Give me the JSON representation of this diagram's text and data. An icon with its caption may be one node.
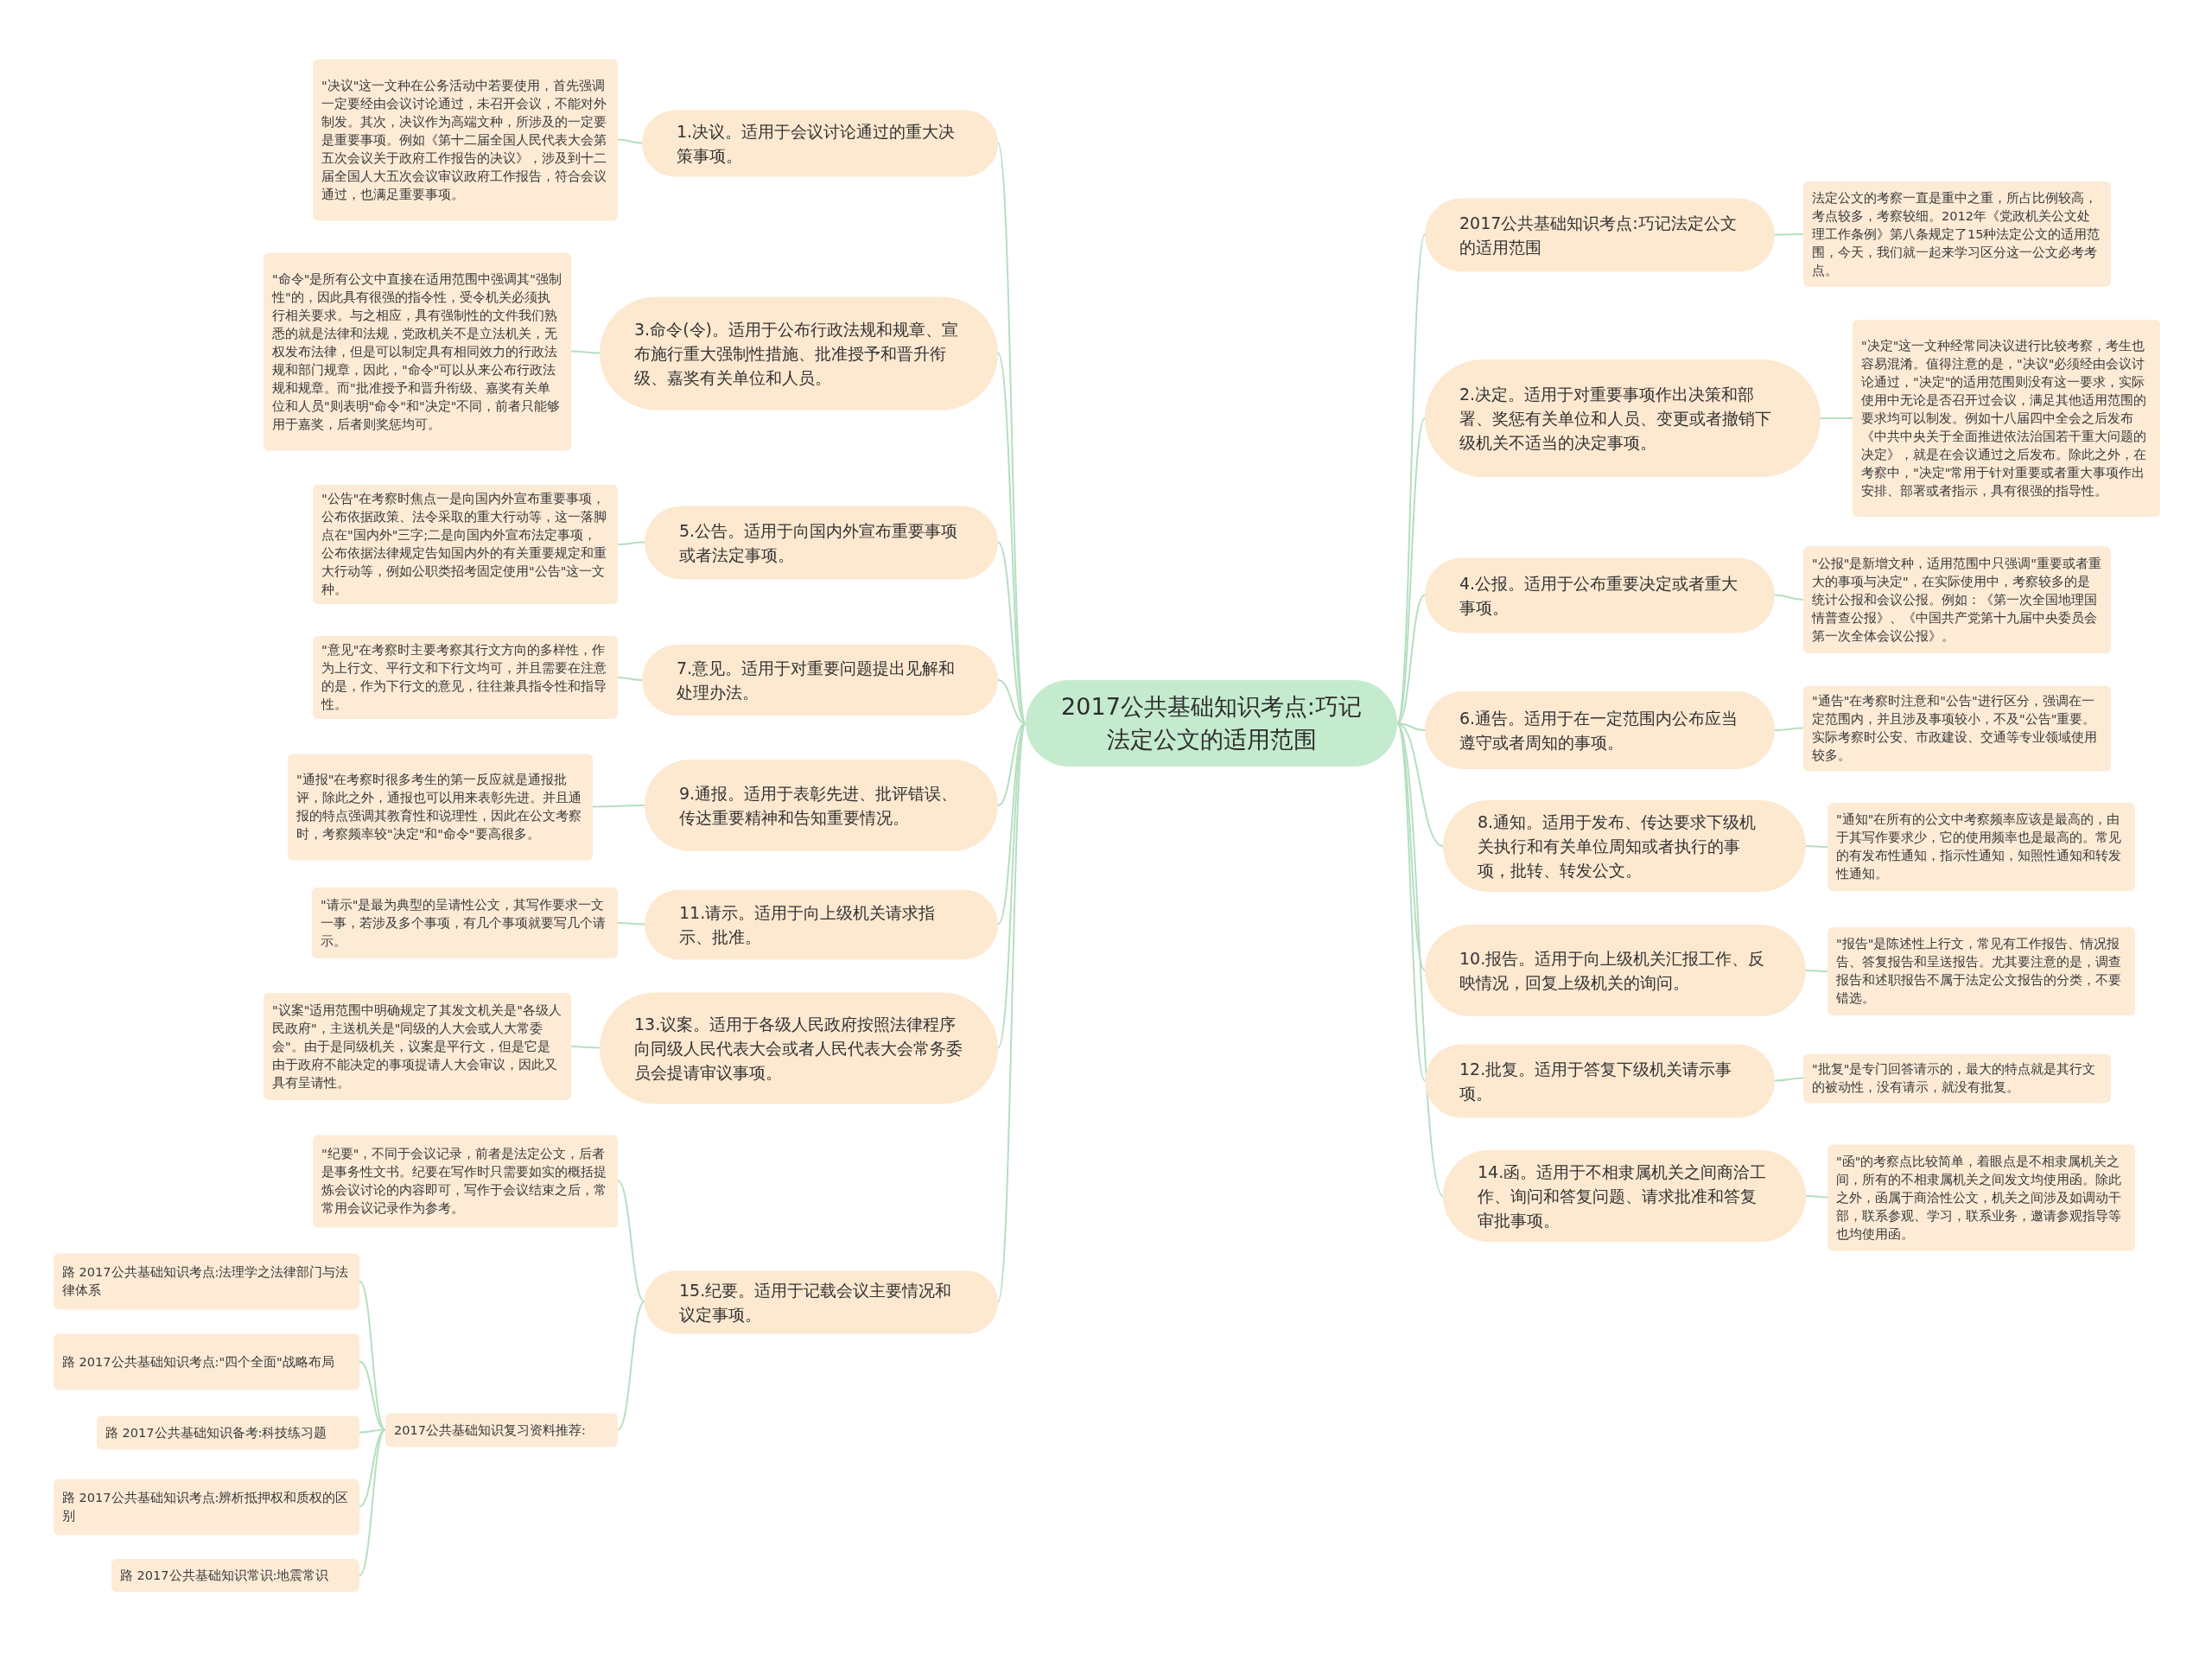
{
  "diagram": {
    "nodes": [
      {
        "text": [
          "2017公共基础知识考点:巧记法定公文的适用范围"
        ]
      },
      {
        "text": [
          "1.决议。适用于会议讨论通过的重大决策事项。"
        ]
      },
      {
        "text": [
          "\"决议\"这一文种在公务活动中若要使用，首先强调一定要经由会议讨论通过，未召开会议，不能对外制发。其次，决议作为高端文种，所涉及的一定要是重要事项。例如《第十二届全国人民代表大会第五次会议关于政府工作报告的决议》，涉及到十二届全国人大五次会议审议政府工作报告，符合会议通过，也满足重要事项。"
        ]
      },
      {
        "text": [
          "3.命令(令)。适用于公布行政法规和规章、宣布施行重大强制性措施、批准授予和晋升衔级、嘉奖有关单位和人员。"
        ]
      },
      {
        "text": [
          "\"命令\"是所有公文中直接在适用范围中强调其\"强制性\"的，因此具有很强的指令性，受令机关必须执行相关要求。与之相应，具有强制性的文件我们熟悉的就是法律和法规，党政机关不是立法机关，无权发布法律，但是可以制定具有相同效力的行政法规和部门规章，因此，\"命令\"可以从来公布行政法规和规章。而\"批准授予和晋升衔级、嘉奖有关单位和人员\"则表明\"命令\"和\"决定\"不同，前者只能够用于嘉奖，后者则奖惩均可。"
        ]
      },
      {
        "text": [
          "5.公告。适用于向国内外宣布重要事项或者法定事项。"
        ]
      },
      {
        "text": [
          "\"公告\"在考察时焦点一是向国内外宣布重要事项，公布依据政策、法令采取的重大行动等，这一落脚点在\"国内外\"三字;二是向国内外宣布法定事项，公布依据法律规定告知国内外的有关重要规定和重大行动等，例如公职类招考固定使用\"公告\"这一文种。"
        ]
      },
      {
        "text": [
          "7.意见。适用于对重要问题提出见解和处理办法。"
        ]
      },
      {
        "text": [
          "\"意见\"在考察时主要考察其行文方向的多样性，作为上行文、平行文和下行文均可，并且需要在注意的是，作为下行文的意见，往往兼具指令性和指导性。"
        ]
      },
      {
        "text": [
          "9.通报。适用于表彰先进、批评错误、传达重要精神和告知重要情况。"
        ]
      },
      {
        "text": [
          "\"通报\"在考察时很多考生的第一反应就是通报批评，除此之外，通报也可以用来表彰先进。并且通报的特点强调其教育性和说理性，因此在公文考察时，考察频率较\"决定\"和\"命令\"要高很多。"
        ]
      },
      {
        "text": [
          "11.请示。适用于向上级机关请求指示、批准。"
        ]
      },
      {
        "text": [
          "\"请示\"是最为典型的呈请性公文，其写作要求一文一事，若涉及多个事项，有几个事项就要写几个请示。"
        ]
      },
      {
        "text": [
          "13.议案。适用于各级人民政府按照法律程序向同级人民代表大会或者人民代表大会常务委员会提请审议事项。"
        ]
      },
      {
        "text": [
          "\"议案\"适用范围中明确规定了其发文机关是\"各级人民政府\"，主送机关是\"同级的人大会或人大常委会\"。由于是同级机关，议案是平行文，但是它是由于政府不能决定的事项提请人大会审议，因此又具有呈请性。"
        ]
      },
      {
        "text": [
          "15.纪要。适用于记载会议主要情况和议定事项。"
        ]
      },
      {
        "text": [
          "\"纪要\"，不同于会议记录，前者是法定公文，后者是事务性文书。纪要在写作时只需要如实的概括提炼会议讨论的内容即可，写作于会议结束之后，常常用会议记录作为参考。"
        ]
      },
      {
        "text": [
          "2017公共基础知识复习资料推荐:"
        ]
      },
      {
        "text": [
          "路 2017公共基础知识考点:法理学之法律部门与法律体系"
        ]
      },
      {
        "text": [
          "路 2017公共基础知识考点:\"四个全面\"战略布局"
        ]
      },
      {
        "text": [
          "路 2017公共基础知识备考:科技练习题"
        ]
      },
      {
        "text": [
          "路 2017公共基础知识考点:辨析抵押权和质权的区别"
        ]
      },
      {
        "text": [
          "路 2017公共基础知识常识:地震常识"
        ]
      },
      {
        "text": [
          "2017公共基础知识考点:巧记法定公文的适用范围"
        ]
      },
      {
        "text": [
          "法定公文的考察一直是重中之重，所占比例较高，考点较多，考察较细。2012年《党政机关公文处理工作条例》第八条规定了15种法定公文的适用范围，今天，我们就一起来学习区分这一公文必考考点。"
        ]
      },
      {
        "text": [
          "2.决定。适用于对重要事项作出决策和部署、奖惩有关单位和人员、变更或者撤销下级机关不适当的决定事项。"
        ]
      },
      {
        "text": [
          "\"决定\"这一文种经常同决议进行比较考察，考生也容易混淆。值得注意的是，\"决议\"必须经由会议讨论通过，\"决定\"的适用范围则没有这一要求，实际使用中无论是否召开过会议，满足其他适用范围的要求均可以制发。例如十八届四中全会之后发布《中共中央关于全面推进依法治国若干重大问题的决定》，就是在会议通过之后发布。除此之外，在考察中，\"决定\"常用于针对重要或者重大事项作出安排、部署或者指示，具有很强的指导性。"
        ]
      },
      {
        "text": [
          "4.公报。适用于公布重要决定或者重大事项。"
        ]
      },
      {
        "text": [
          "\"公报\"是新增文种，适用范围中只强调\"重要或者重大的事项与决定\"，在实际使用中，考察较多的是统计公报和会议公报。例如：《第一次全国地理国情普查公报》、《中国共产党第十九届中央委员会第一次全体会议公报》。"
        ]
      },
      {
        "text": [
          "6.通告。适用于在一定范围内公布应当遵守或者周知的事项。"
        ]
      },
      {
        "text": [
          "\"通告\"在考察时注意和\"公告\"进行区分，强调在一定范围内，并且涉及事项较小，不及\"公告\"重要。实际考察时公安、市政建设、交通等专业领域使用较多。"
        ]
      },
      {
        "text": [
          "8.通知。适用于发布、传达要求下级机关执行和有关单位周知或者执行的事项，批转、转发公文。"
        ]
      },
      {
        "text": [
          "\"通知\"在所有的公文中考察频率应该是最高的，由于其写作要求少，它的使用频率也是最高的。常见的有发布性通知，指示性通知，知照性通知和转发性通知。"
        ]
      },
      {
        "text": [
          "10.报告。适用于向上级机关汇报工作、反映情况，回复上级机关的询问。"
        ]
      },
      {
        "text": [
          "\"报告\"是陈述性上行文，常见有工作报告、情况报告、答复报告和呈送报告。尤其要注意的是，调查报告和述职报告不属于法定公文报告的分类，不要错选。"
        ]
      },
      {
        "text": [
          "12.批复。适用于答复下级机关请示事项。"
        ]
      },
      {
        "text": [
          "\"批复\"是专门回答请示的，最大的特点就是其行文的被动性，没有请示，就没有批复。"
        ]
      },
      {
        "text": [
          "14.函。适用于不相隶属机关之间商洽工作、询问和答复问题、请求批准和答复审批事项。"
        ]
      },
      {
        "text": [
          "\"函\"的考察点比较简单，着眼点是不相隶属机关之间，所有的不相隶属机关之间发文均使用函。除此之外，函属于商洽性公文，机关之间涉及如调动干部，联系参观、学习，联系业务，邀请参观指导等也均使用函。"
        ]
      }
    ],
    "edges": [
      {
        "from": 0,
        "to": 1,
        "arrow": "none"
      },
      {
        "from": 1,
        "to": 2,
        "arrow": "none"
      },
      {
        "from": 0,
        "to": 3,
        "arrow": "none"
      },
      {
        "from": 3,
        "to": 4,
        "arrow": "none"
      },
      {
        "from": 0,
        "to": 5,
        "arrow": "none"
      },
      {
        "from": 5,
        "to": 6,
        "arrow": "none"
      },
      {
        "from": 0,
        "to": 7,
        "arrow": "none"
      },
      {
        "from": 7,
        "to": 8,
        "arrow": "none"
      },
      {
        "from": 0,
        "to": 9,
        "arrow": "none"
      },
      {
        "from": 9,
        "to": 10,
        "arrow": "none"
      },
      {
        "from": 0,
        "to": 11,
        "arrow": "none"
      },
      {
        "from": 11,
        "to": 12,
        "arrow": "none"
      },
      {
        "from": 0,
        "to": 13,
        "arrow": "none"
      },
      {
        "from": 13,
        "to": 14,
        "arrow": "none"
      },
      {
        "from": 0,
        "to": 15,
        "arrow": "none"
      },
      {
        "from": 15,
        "to": 16,
        "arrow": "none"
      },
      {
        "from": 15,
        "to": 17,
        "arrow": "none"
      },
      {
        "from": 17,
        "to": 18,
        "arrow": "none"
      },
      {
        "from": 17,
        "to": 19,
        "arrow": "none"
      },
      {
        "from": 17,
        "to": 20,
        "arrow": "none"
      },
      {
        "from": 17,
        "to": 21,
        "arrow": "none"
      },
      {
        "from": 17,
        "to": 22,
        "arrow": "none"
      },
      {
        "from": 0,
        "to": 23,
        "arrow": "none"
      },
      {
        "from": 23,
        "to": 24,
        "arrow": "none"
      },
      {
        "from": 0,
        "to": 25,
        "arrow": "none"
      },
      {
        "from": 25,
        "to": 26,
        "arrow": "none"
      },
      {
        "from": 0,
        "to": 27,
        "arrow": "none"
      },
      {
        "from": 27,
        "to": 28,
        "arrow": "none"
      },
      {
        "from": 0,
        "to": 29,
        "arrow": "none"
      },
      {
        "from": 29,
        "to": 30,
        "arrow": "none"
      },
      {
        "from": 0,
        "to": 31,
        "arrow": "none"
      },
      {
        "from": 31,
        "to": 32,
        "arrow": "none"
      },
      {
        "from": 0,
        "to": 33,
        "arrow": "none"
      },
      {
        "from": 33,
        "to": 34,
        "arrow": "none"
      },
      {
        "from": 0,
        "to": 35,
        "arrow": "none"
      },
      {
        "from": 35,
        "to": 36,
        "arrow": "none"
      },
      {
        "from": 0,
        "to": 37,
        "arrow": "none"
      },
      {
        "from": 37,
        "to": 38,
        "arrow": "none"
      }
    ]
  }
}
